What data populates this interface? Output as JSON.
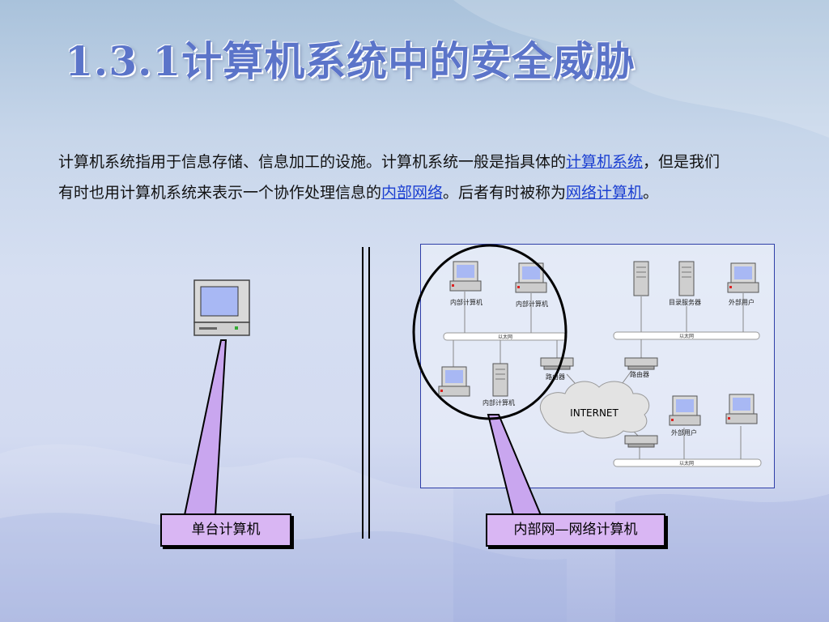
{
  "slide": {
    "title": "1.3.1计算机系统中的安全威胁",
    "paragraph": {
      "t1": "计算机系统指用于信息存储、信息加工的设施。计算机系统一般是指具体的",
      "link1": "计算机系统",
      "t2": "，但是我们有时也用计算机系统来表示一个协作处理信息的",
      "link2": "内部网络",
      "t3": "。后者有时被称为",
      "link3": "网络计算机",
      "t4": "。"
    },
    "callouts": {
      "single_computer": "单台计算机",
      "lan": "内部网—网络计算机"
    },
    "network": {
      "inner_pc_1": "内部计算机",
      "inner_pc_2": "内部计算机",
      "inner_server": "内部计算机",
      "dir_server": "目录服务器",
      "ext_user_1": "外部用户",
      "ext_user_2": "外部用户",
      "ethernet_1": "以太网",
      "ethernet_2": "以太网",
      "ethernet_3": "以太网",
      "router_1": "路由器",
      "router_2": "路由器",
      "internet": "INTERNET"
    }
  },
  "colors": {
    "title": "#5b74c9",
    "link": "#1b3fd1",
    "callout_fill": "#d9b6f3",
    "frame": "#2f3fa8"
  }
}
